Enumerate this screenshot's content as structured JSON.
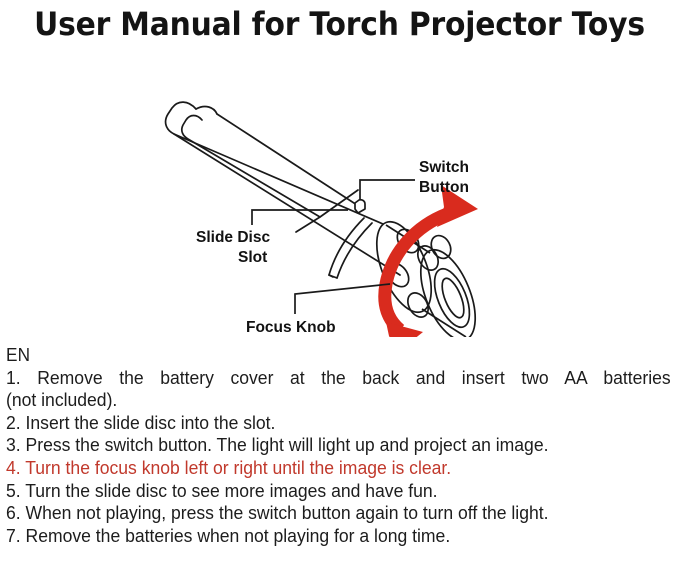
{
  "document": {
    "title": "User Manual for Torch Projector Toys",
    "background_color": "#ffffff",
    "text_color": "#1d1d1d"
  },
  "diagram": {
    "name": "torch-projector-exploded-view",
    "outline_color": "#1a1a1a",
    "arrow_color": "#d92b1e",
    "labels": [
      {
        "id": "switch-button",
        "line1": "Switch",
        "line2": "Button"
      },
      {
        "id": "slide-disc-slot",
        "line1": "Slide Disc",
        "line2": "Slot"
      },
      {
        "id": "focus-knob",
        "line1": "Focus Knob",
        "line2": ""
      }
    ],
    "rotation_arrow": {
      "name": "focus-rotation-arrow",
      "description": "double-headed curved arrow around focus knob",
      "color": "#d92b1e"
    }
  },
  "instructions": {
    "language_tag": "EN",
    "highlight_color": "#c1392c",
    "steps": [
      {
        "number": "1.",
        "text": "1. Remove the battery cover at the back and insert two AA batteries",
        "continuation": "(not included).",
        "highlighted": false,
        "justified": true
      },
      {
        "number": "2.",
        "text": "2. Insert the slide disc into the slot.",
        "highlighted": false,
        "justified": false
      },
      {
        "number": "3.",
        "text": "3. Press the switch button. The light will light up and project an image.",
        "highlighted": false,
        "justified": false
      },
      {
        "number": "4.",
        "text": "4. Turn the focus knob left or right until the image is clear.",
        "highlighted": true,
        "justified": false
      },
      {
        "number": "5.",
        "text": "5. Turn the slide disc to see more images and have fun.",
        "highlighted": false,
        "justified": false
      },
      {
        "number": "6.",
        "text": "6. When not playing, press the switch button again to turn off the light.",
        "highlighted": false,
        "justified": false
      },
      {
        "number": "7.",
        "text": "7. Remove the batteries when not playing for a long time.",
        "highlighted": false,
        "justified": false
      }
    ]
  }
}
